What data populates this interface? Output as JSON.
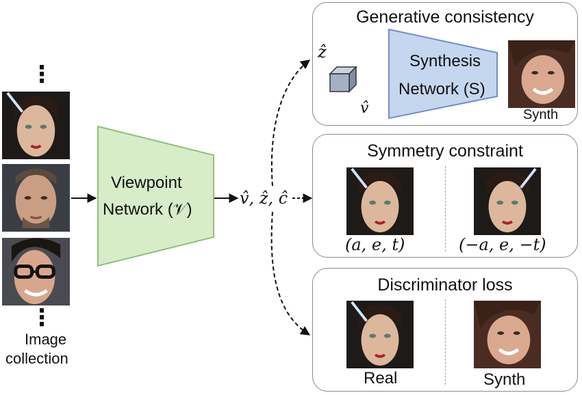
{
  "collection": {
    "dots_top": "⋮",
    "dots_bottom": "⋮",
    "label_line1": "Image",
    "label_line2": "collection"
  },
  "viewpoint_network": {
    "line1": "Viewpoint",
    "line2": "Network (𝒱)",
    "color": "#d7ecc9"
  },
  "outputs": {
    "label": "v̂, ẑ, ĉ"
  },
  "generative": {
    "title": "Generative consistency",
    "z_label": "ẑ",
    "v_label": "v̂",
    "net_line1": "Synthesis",
    "net_line2": "Network (S)",
    "net_color": "#c5d6ef",
    "synth_label": "Synth"
  },
  "symmetry": {
    "title": "Symmetry constraint",
    "left_caption": "(a, e, t)",
    "right_caption": "(−a, e, −t)"
  },
  "discriminator": {
    "title": "Discriminator loss",
    "real_label": "Real",
    "synth_label": "Synth"
  }
}
